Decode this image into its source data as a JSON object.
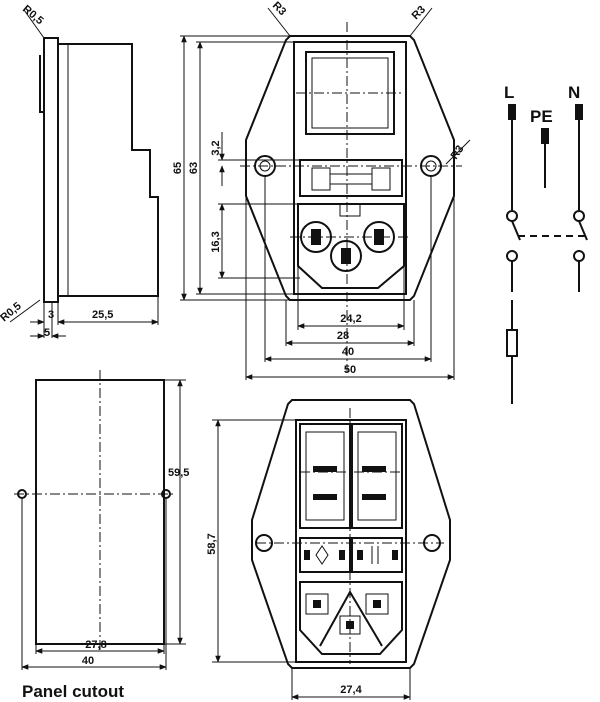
{
  "side_view": {
    "radius_top": "R0,5",
    "radius_bottom": "R0,5",
    "dim_3": "3",
    "dim_25_5": "25,5",
    "dim_5": "5"
  },
  "front_view": {
    "radius_top_left": "R3",
    "radius_top_right": "R3",
    "radius_right": "R3",
    "dim_65": "65",
    "dim_63": "63",
    "dim_3_2": "3,2",
    "dim_16_3": "16,3",
    "dim_24_2": "24,2",
    "dim_28": "28",
    "dim_40": "40",
    "dim_50": "50"
  },
  "schematic": {
    "label_L": "L",
    "label_PE": "PE",
    "label_N": "N"
  },
  "panel_cutout": {
    "dim_59_5": "59,5",
    "dim_27_8": "27,8",
    "dim_40": "40",
    "caption": "Panel cutout"
  },
  "rear_view": {
    "dim_58_7": "58,7",
    "dim_27_4": "27,4"
  }
}
